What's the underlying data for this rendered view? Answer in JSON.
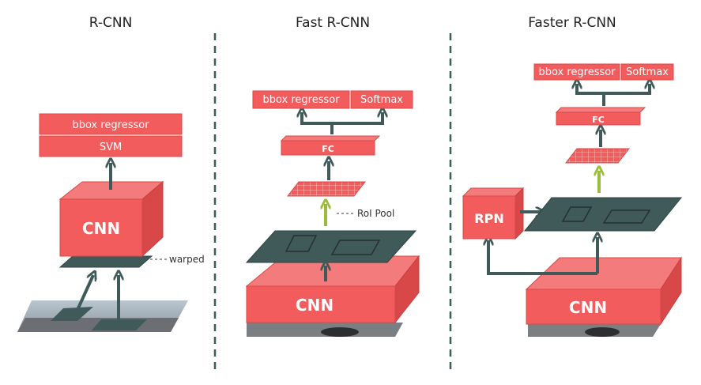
{
  "columns": [
    {
      "title": "R-CNN",
      "boxes": [
        "bbox regressor",
        "SVM"
      ],
      "network": "CNN",
      "annotation": "warped"
    },
    {
      "title": "Fast R-CNN",
      "heads": [
        "bbox regressor",
        "Softmax"
      ],
      "fc": "FC",
      "annotation": "RoI Pool",
      "network": "CNN"
    },
    {
      "title": "Faster R-CNN",
      "heads": [
        "bbox regressor",
        "Softmax"
      ],
      "fc": "FC",
      "proposal": "RPN",
      "network": "CNN"
    }
  ],
  "colors": {
    "red": "#f25c5c",
    "dark_slate": "#3f5a58",
    "green_arrow": "#9bbb3a"
  }
}
